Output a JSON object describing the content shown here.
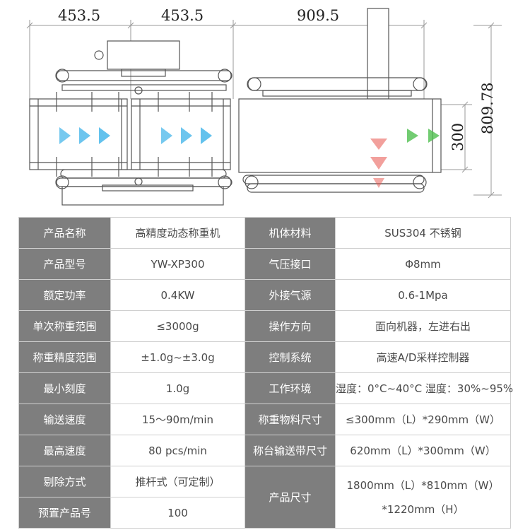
{
  "dimensions": {
    "width_left": "453.5",
    "width_middle": "453.5",
    "width_right": "909.5",
    "total_height": "809.78",
    "belt_width": "300"
  },
  "colors": {
    "blue_arrow": "#48b7ea",
    "red_arrow": "#e8524a",
    "green_arrow": "#4fbf4f",
    "label_bg": "#7e7e7e"
  },
  "specs": [
    {
      "label": "产品名称",
      "value": "高精度动态称重机",
      "label2": "机体材料",
      "value2": "SUS304 不锈钢"
    },
    {
      "label": "产品型号",
      "value": "YW-XP300",
      "label2": "气压接口",
      "value2": "Φ8mm"
    },
    {
      "label": "额定功率",
      "value": "0.4KW",
      "label2": "外接气源",
      "value2": "0.6-1Mpa"
    },
    {
      "label": "单次称重范围",
      "value": "≤3000g",
      "label2": "操作方向",
      "value2": "面向机器，左进右出"
    },
    {
      "label": "称重精度范围",
      "value": "±1.0g~±3.0g",
      "label2": "控制系统",
      "value2": "高速A/D采样控制器"
    },
    {
      "label": "最小刻度",
      "value": "1.0g",
      "label2": "工作环境",
      "value2": "湿度：0°C~40°C  湿度：30%~95%"
    },
    {
      "label": "输送速度",
      "value": "15～90m/min",
      "label2": "称重物料尺寸",
      "value2": "≤300mm（L）*290mm（W）"
    },
    {
      "label": "最高速度",
      "value": "80 pcs/min",
      "label2": "称台输送带尺寸",
      "value2": "620mm（L）*300mm（W）"
    },
    {
      "label": "剔除方式",
      "value": "推杆式（可定制）"
    },
    {
      "label": "预置产品号",
      "value": "100"
    }
  ],
  "product_size": {
    "label": "产品尺寸",
    "line1": "1800mm（L）*810mm（W）",
    "line2": "*1220mm（H）"
  }
}
